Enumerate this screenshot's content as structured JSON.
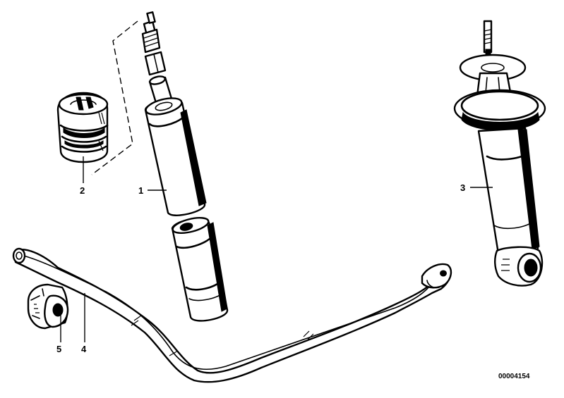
{
  "parts": [
    {
      "number": "1",
      "icon": "front-shock-absorber-cartridge-icon"
    },
    {
      "number": "2",
      "icon": "auxiliary-rubber-spring-icon"
    },
    {
      "number": "3",
      "icon": "rear-shock-absorber-icon"
    },
    {
      "number": "4",
      "icon": "stabilizer-bar-icon"
    },
    {
      "number": "5",
      "icon": "stabilizer-rubber-mounting-icon"
    }
  ],
  "drawing_reference": "00004154",
  "colors": {
    "ink": "#000000",
    "paper": "#ffffff"
  }
}
